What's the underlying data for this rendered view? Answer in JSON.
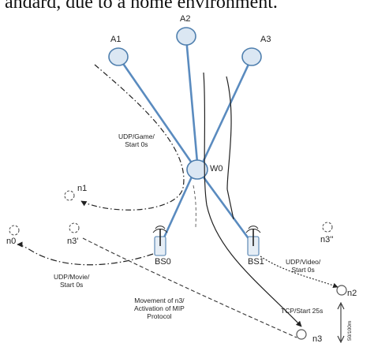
{
  "caption": "andard, due to a home environment.",
  "nodes": {
    "a1": "A1",
    "a2": "A2",
    "a3": "A3",
    "w0": "W0",
    "n0": "n0",
    "n1": "n1",
    "n2": "n2",
    "n3": "n3",
    "n3_prime": "n3'",
    "n3_double_prime": "n3''",
    "bs0": "BS0",
    "bs1": "BS1"
  },
  "flows": {
    "udp_game": [
      "UDP/Game/",
      "Start 0s"
    ],
    "udp_movie": [
      "UDP/Movie/",
      "Start 0s"
    ],
    "udp_video": [
      "UDP/Video/",
      "Start 0s"
    ],
    "tcp": [
      "TCP/Start 25s"
    ],
    "movement": [
      "Movement of n3/",
      "Activation of MIP",
      "Protocol"
    ]
  },
  "scale_label": "50/100m"
}
